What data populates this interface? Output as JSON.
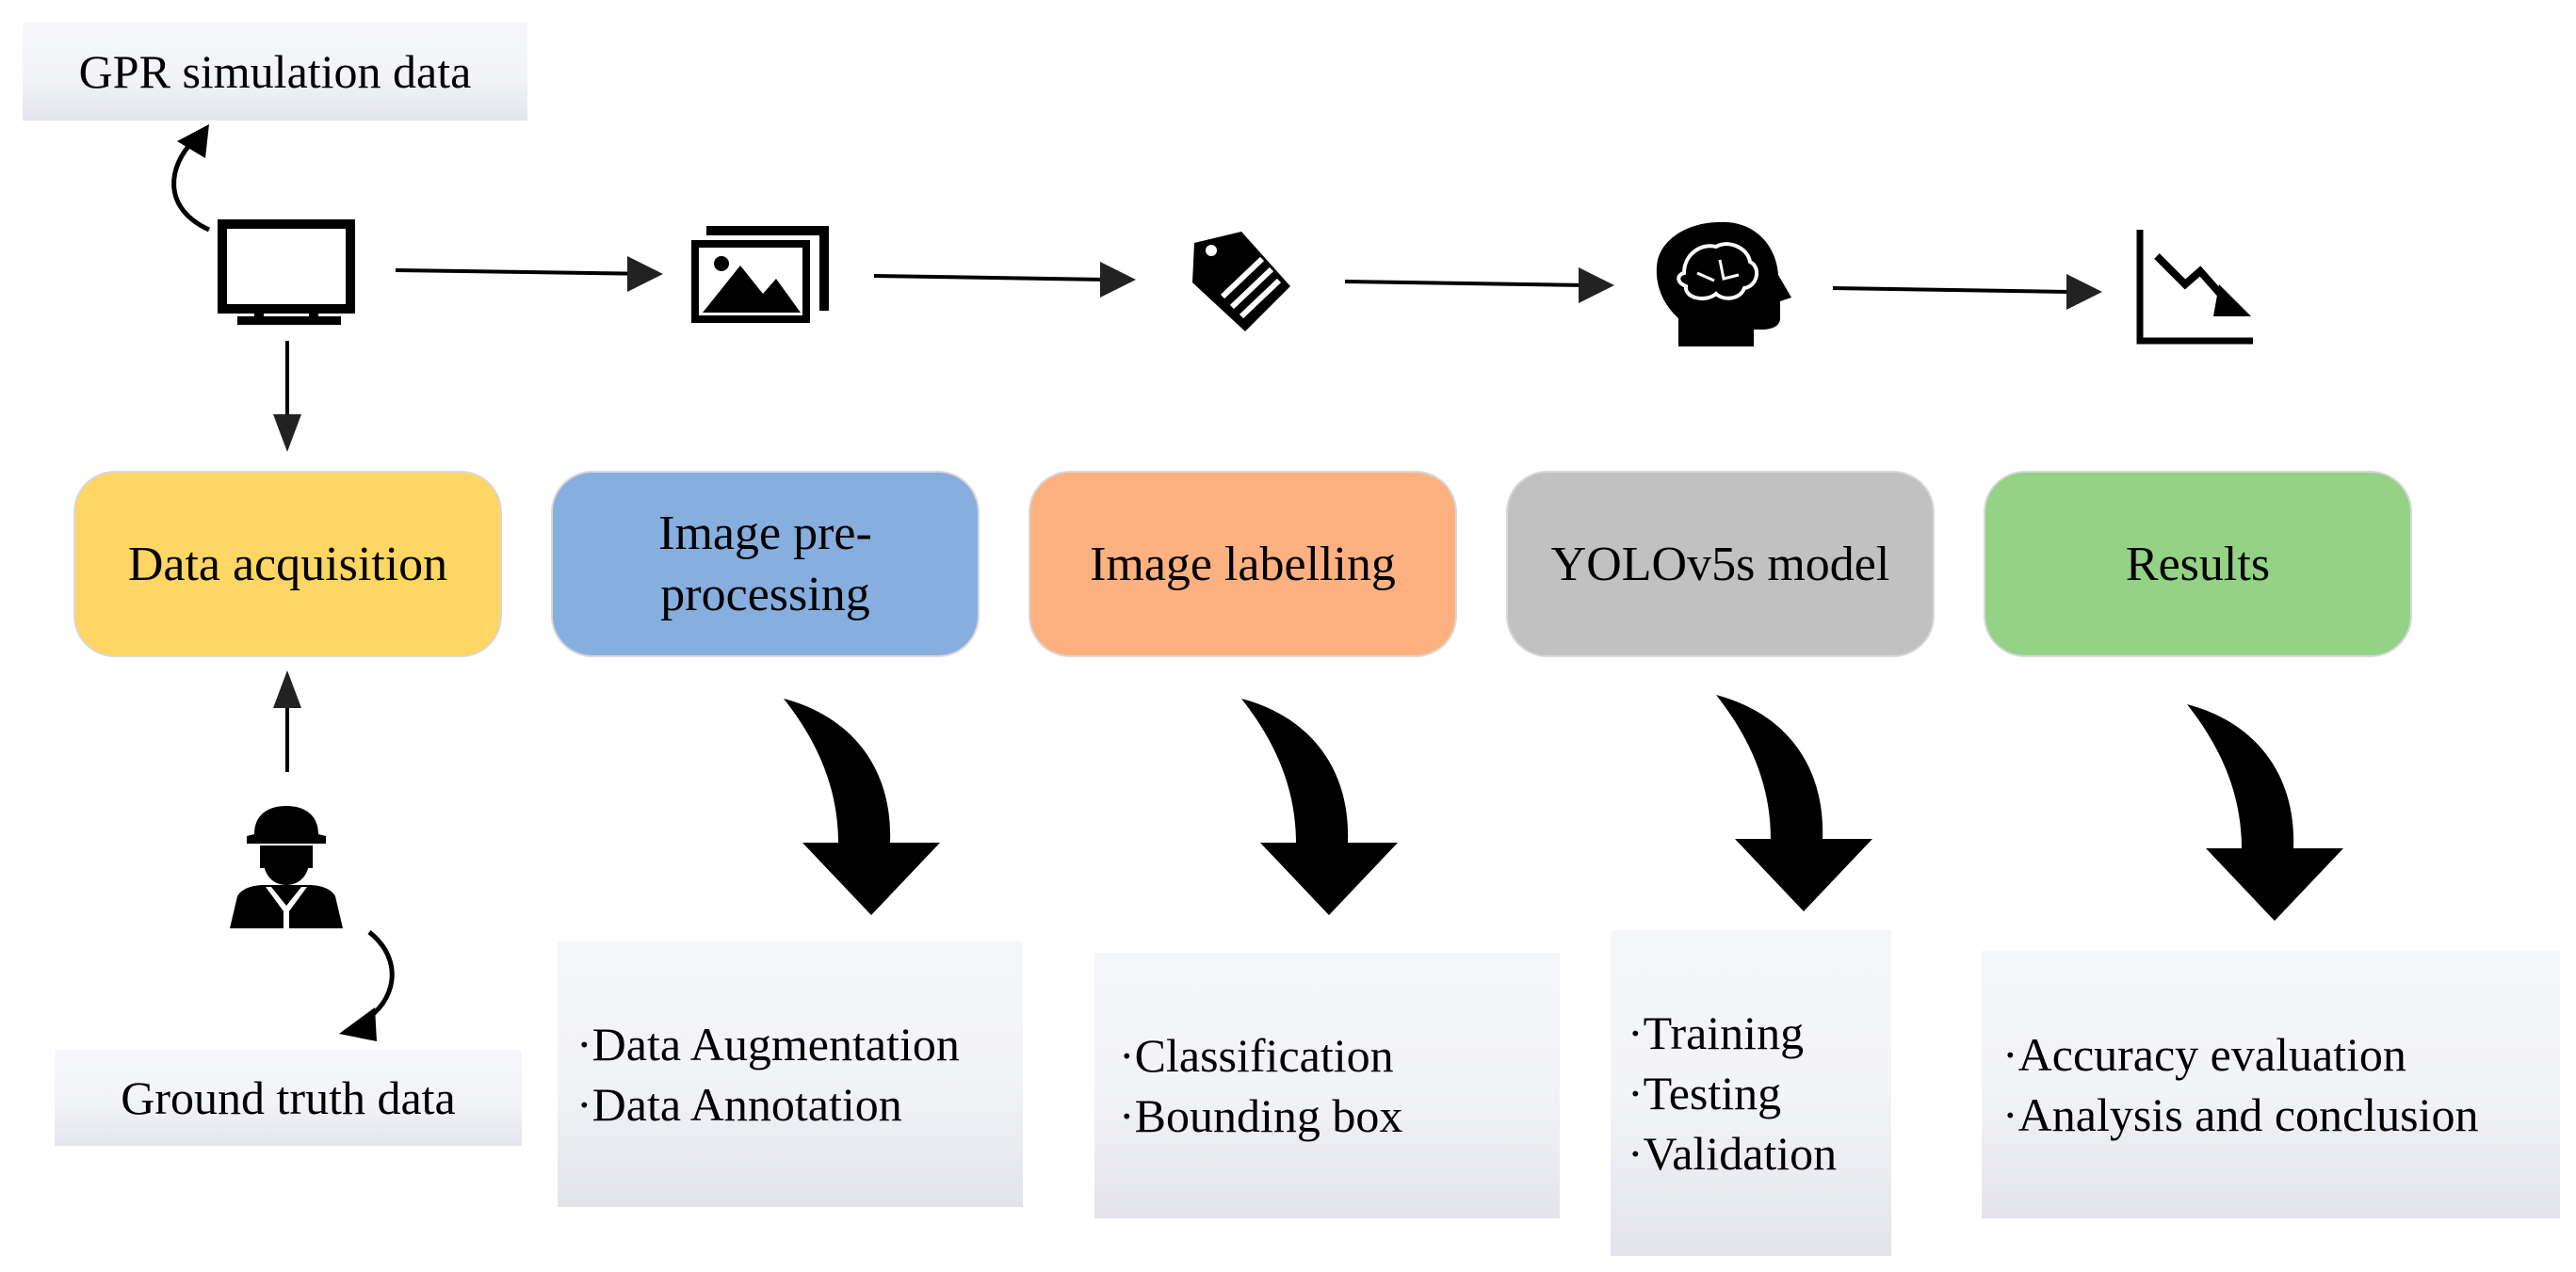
{
  "sources": {
    "gpr_label": "GPR simulation data",
    "ground_truth_label": "Ground truth data"
  },
  "stages": [
    {
      "label": "Data acquisition",
      "color": "#fed663"
    },
    {
      "label": "Image pre-processing",
      "color": "#86aedf"
    },
    {
      "label": "Image labelling",
      "color": "#fdb181"
    },
    {
      "label": "YOLOv5s model",
      "color": "#c1c1c1"
    },
    {
      "label": "Results",
      "color": "#94d285"
    }
  ],
  "stage_details": [
    {
      "items": [
        "Data Augmentation",
        "Data Annotation"
      ]
    },
    {
      "items": [
        "Classification",
        "Bounding box"
      ]
    },
    {
      "items": [
        "Training",
        "Testing",
        "Validation"
      ]
    },
    {
      "items": [
        "Accuracy evaluation",
        "Analysis and conclusion"
      ]
    }
  ],
  "icons": [
    "monitor-icon",
    "images-icon",
    "tag-icon",
    "brain-head-icon",
    "declining-chart-icon",
    "worker-icon"
  ]
}
